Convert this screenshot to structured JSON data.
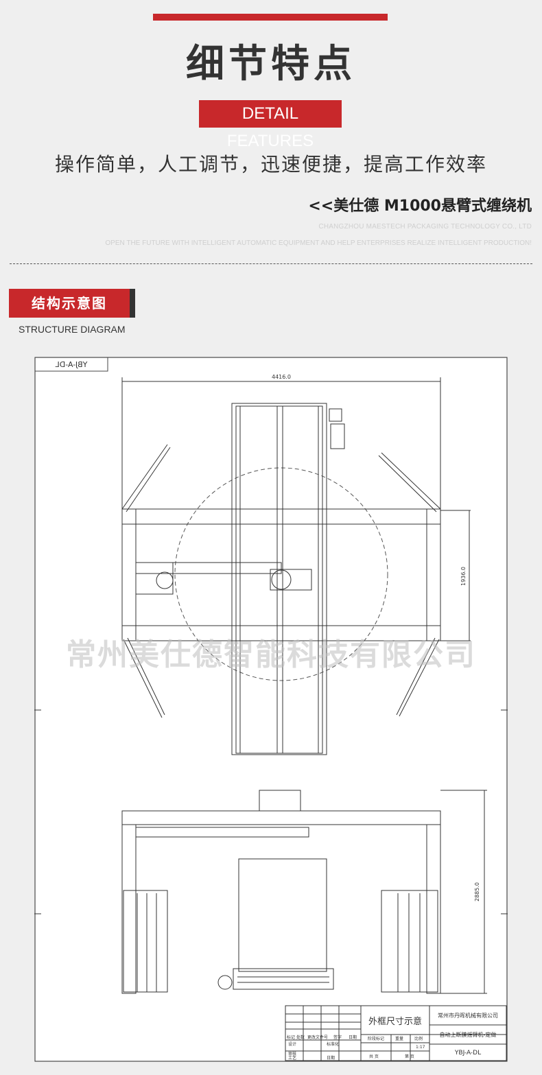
{
  "header": {
    "title": "细节特点",
    "subtitle_en": "DETAIL FEATURES",
    "slogan": "操作简单，人工调节，迅速便捷，提高工作效率",
    "product": "<<美仕德 M1000悬臂式缠绕机",
    "company_en": "CHANGZHOU MAESTECH PACKAGING TECHNOLOGY CO., LTD",
    "tagline_en": "OPEN THE FUTURE WITH INTELLIGENT AUTOMATIC EQUIPMENT AND HELP ENTERPRISES REALIZE INTELLIGENT PRODUCTION!"
  },
  "section": {
    "title": "结构示意图",
    "subtitle_en": "STRUCTURE DIAGRAM"
  },
  "drawing": {
    "code_mirrored": "YBJ-A-DL",
    "dim_width": "4416.0",
    "dim_arm": "1936.0",
    "dim_height": "2885.0",
    "watermark": "常州美仕德智能科技有限公司",
    "title_block": {
      "drawing_name": "外框尺寸示意",
      "company": "常州市丹晖机械有限公司",
      "machine": "自动上断膜摇臂机-定做",
      "code": "YBJ-A-DL",
      "scale": "1:17",
      "row_labels": [
        "标记",
        "处数",
        "更改文件号",
        "签字",
        "日期"
      ],
      "design": "设计",
      "standard": "标准化",
      "review": "审核",
      "process": "工艺",
      "approve": "日期",
      "stage": "阶段标记",
      "weight": "重量",
      "ratio": "比例",
      "sheets": "共 页",
      "sheet": "第 页"
    }
  },
  "colors": {
    "accent": "#c8282b",
    "dark": "#333333"
  }
}
